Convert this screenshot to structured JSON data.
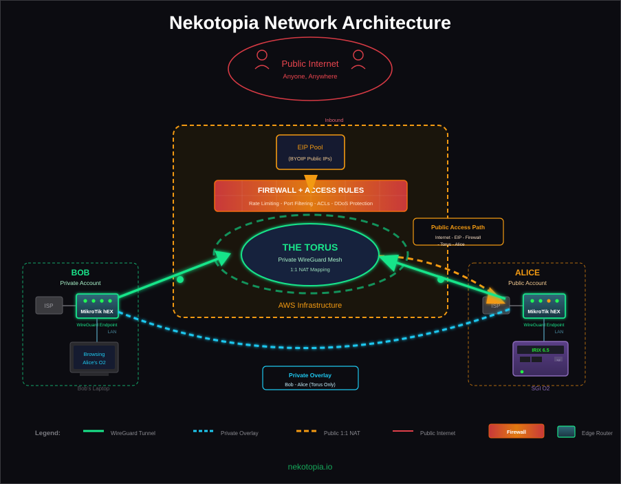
{
  "title": "Nekotopia Network Architecture",
  "public_internet": {
    "label": "Public Internet",
    "sublabel": "Anyone, Anywhere",
    "inbound_label": "Inbound",
    "color": "#e0404a"
  },
  "aws": {
    "label": "AWS Infrastructure",
    "color": "#f39a12",
    "eip_pool": {
      "label": "EIP Pool",
      "sublabel": "(BYOIP Public IPs)"
    },
    "firewall": {
      "label": "FIREWALL + ACCESS RULES",
      "sublabel": "Rate Limiting - Port Filtering - ACLs - DDoS Protection"
    },
    "torus": {
      "label": "THE TORUS",
      "sublabel": "Private WireGuard Mesh",
      "detail": "1:1 NAT Mapping",
      "color": "#19e58a"
    }
  },
  "public_access_path": {
    "title": "Public Access Path",
    "line1": "Internet - EIP - Firewall",
    "line2": "- Torus - Alice"
  },
  "bob": {
    "name": "BOB",
    "account": "Private Account",
    "isp": "ISP",
    "router": "MikroTik hEX",
    "router_role": "WireGuard Endpoint",
    "lan": "LAN",
    "device_screen_line1": "Browsing",
    "device_screen_line2": "Alice's O2",
    "device_label": "Bob's Laptop"
  },
  "alice": {
    "name": "ALICE",
    "account": "Public Account",
    "isp": "ISP",
    "router": "MikroTik hEX",
    "router_role": "WireGuard Endpoint",
    "lan": "LAN",
    "device_screen": "IRIX 6.5",
    "device_badge": "sgi",
    "device_label": "SGI O2"
  },
  "private_overlay": {
    "title": "Private Overlay",
    "subtitle": "Bob - Alice (Torus Only)"
  },
  "legend": {
    "title": "Legend:",
    "items": [
      {
        "label": "WireGuard Tunnel",
        "color": "#19e58a",
        "style": "solid"
      },
      {
        "label": "Private Overlay",
        "color": "#1ec8f0",
        "style": "dashed"
      },
      {
        "label": "Public 1:1 NAT",
        "color": "#f39a12",
        "style": "dashed"
      },
      {
        "label": "Public Internet",
        "color": "#e0404a",
        "style": "solid"
      },
      {
        "label": "Firewall",
        "style": "box"
      },
      {
        "label": "Edge Router",
        "style": "router"
      }
    ]
  },
  "footer": "nekotopia.io"
}
